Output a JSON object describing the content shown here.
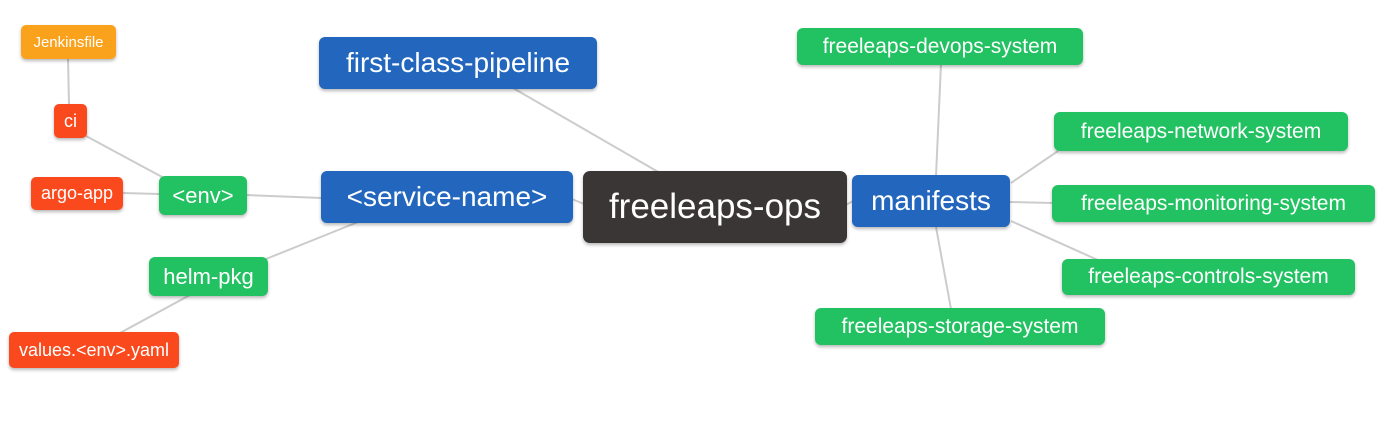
{
  "diagram": {
    "type": "mindmap",
    "title": "freeleaps-ops repository structure"
  },
  "palette": {
    "root_bg": "#3a3636",
    "branch_blue": "#2266bd",
    "leaf_green": "#22c161",
    "leaf_red": "#fa4a1d",
    "leaf_orange": "#faa21b",
    "edge_gray": "#cccccc",
    "text": "#ffffff",
    "background": "#ffffff"
  },
  "nodes": {
    "root": {
      "label": "freeleaps-ops",
      "level": 0
    },
    "first_class_pipeline": {
      "label": "first-class-pipeline",
      "level": 1
    },
    "service_name": {
      "label": "<service-name>",
      "level": 1
    },
    "manifests": {
      "label": "manifests",
      "level": 1
    },
    "env": {
      "label": "<env>",
      "level": 2
    },
    "helm_pkg": {
      "label": "helm-pkg",
      "level": 2
    },
    "ci": {
      "label": "ci",
      "level": 3
    },
    "argo_app": {
      "label": "argo-app",
      "level": 3
    },
    "values_env_yaml": {
      "label": "values.<env>.yaml",
      "level": 3
    },
    "jenkinsfile": {
      "label": "Jenkinsfile",
      "level": 4
    },
    "devops_system": {
      "label": "freeleaps-devops-system",
      "level": 2
    },
    "network_system": {
      "label": "freeleaps-network-system",
      "level": 2
    },
    "monitoring_system": {
      "label": "freeleaps-monitoring-system",
      "level": 2
    },
    "controls_system": {
      "label": "freeleaps-controls-system",
      "level": 2
    },
    "storage_system": {
      "label": "freeleaps-storage-system",
      "level": 2
    }
  },
  "edges": [
    {
      "from": "jenkinsfile",
      "to": "ci"
    },
    {
      "from": "ci",
      "to": "env"
    },
    {
      "from": "argo_app",
      "to": "env"
    },
    {
      "from": "env",
      "to": "service_name"
    },
    {
      "from": "helm_pkg",
      "to": "service_name"
    },
    {
      "from": "values_env_yaml",
      "to": "helm_pkg"
    },
    {
      "from": "first_class_pipeline",
      "to": "root"
    },
    {
      "from": "service_name",
      "to": "root"
    },
    {
      "from": "root",
      "to": "manifests"
    },
    {
      "from": "manifests",
      "to": "devops_system"
    },
    {
      "from": "manifests",
      "to": "network_system"
    },
    {
      "from": "manifests",
      "to": "monitoring_system"
    },
    {
      "from": "manifests",
      "to": "controls_system"
    },
    {
      "from": "manifests",
      "to": "storage_system"
    }
  ]
}
